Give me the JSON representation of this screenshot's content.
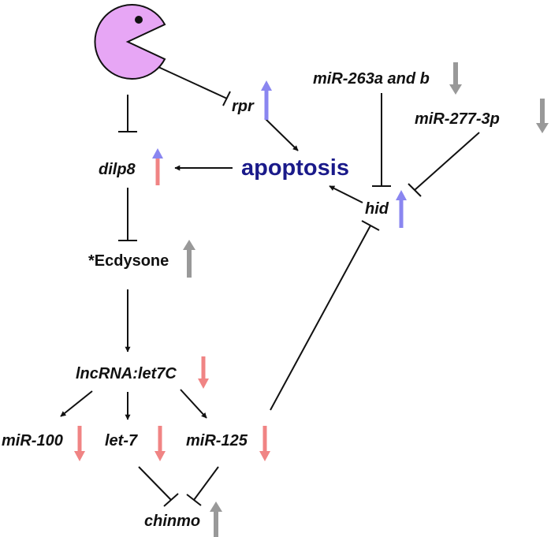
{
  "nodes": {
    "rpr": "rpr",
    "mir263": "miR-263a and b",
    "mir277": "miR-277-3p",
    "dilp8": "dilp8",
    "apoptosis": "apoptosis",
    "hid": "hid",
    "ecdysone": "*Ecdysone",
    "lncrna": "lncRNA:let7C",
    "mir100": "miR-100",
    "let7": "let-7",
    "mir125": "miR-125",
    "chinmo": "chinmo"
  },
  "colors": {
    "pacman": "#e7a6f5",
    "up_blue": "#8a86f0",
    "up_red": "#f08484",
    "down_red": "#f08484",
    "gray": "#999999",
    "apoptosis_text": "#1a1a8a",
    "edge": "#111111"
  },
  "icons": {
    "pacman": "pacman-icon",
    "arrow_up": "up-arrow-icon",
    "arrow_down": "down-arrow-icon"
  }
}
